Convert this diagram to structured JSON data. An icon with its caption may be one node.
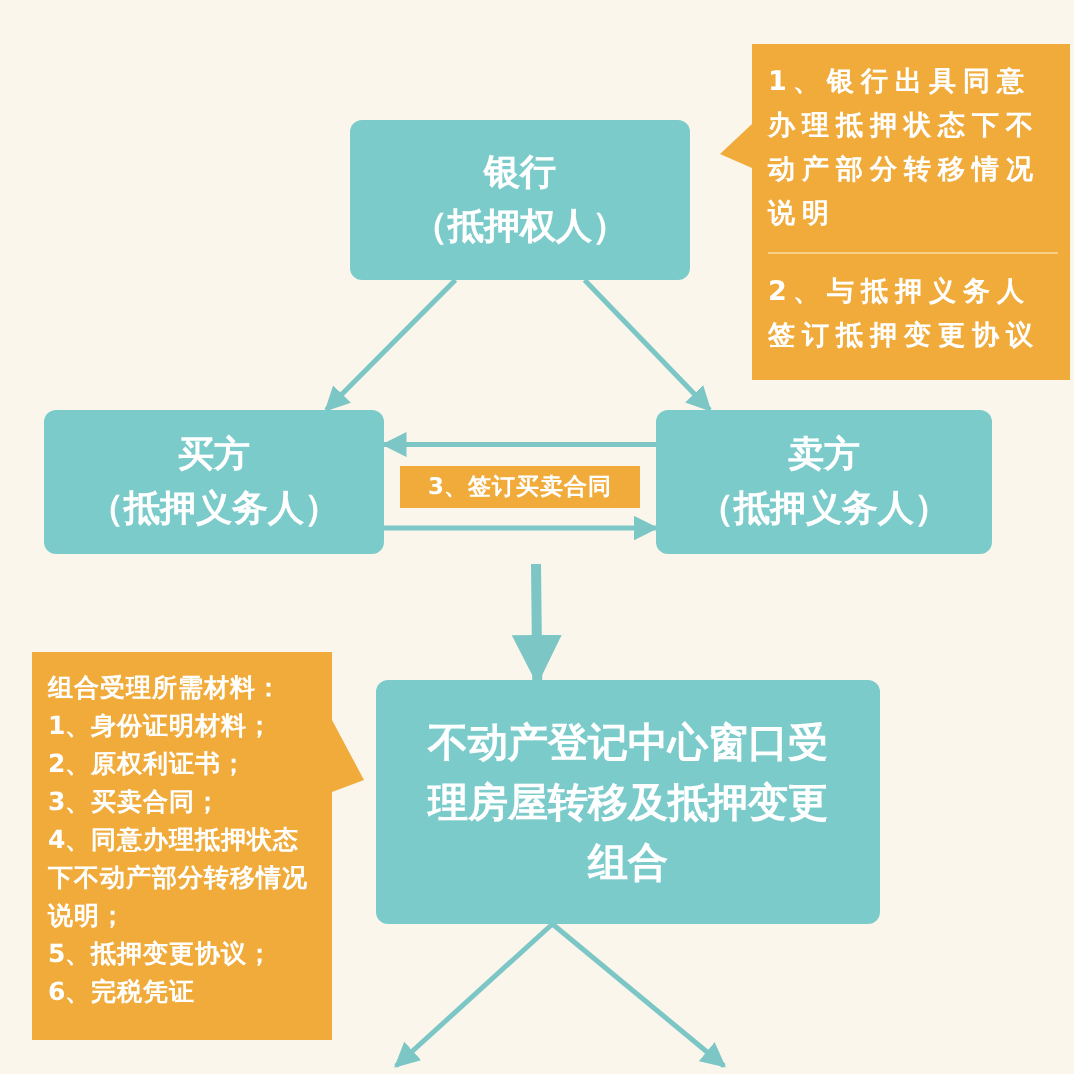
{
  "diagram": {
    "nodes": [
      {
        "text": [
          "银行",
          "（抵押权人）"
        ]
      },
      {
        "text": [
          "1、银行出具同意办理抵押状态下不动产部分转移情况说明",
          "2、与抵押义务人签订抵押变更协议"
        ]
      },
      {
        "text": [
          "买方",
          "（抵押义务人）"
        ]
      },
      {
        "text": [
          "卖方",
          "（抵押义务人）"
        ]
      },
      {
        "text": [
          "3、签订买卖合同"
        ]
      },
      {
        "text": [
          "组合受理所需材料：",
          "1、身份证明材料；",
          "2、原权利证书；",
          "3、买卖合同；",
          "4、同意办理抵押状态下不动产部分转移情况说明；",
          "5、抵押变更协议；",
          "6、完税凭证"
        ]
      },
      {
        "text": [
          "不动产登记中心窗口受理房屋转移及抵押变更组合"
        ]
      }
    ],
    "edges": [
      {
        "from": 0,
        "to": 2,
        "arrow": "to"
      },
      {
        "from": 0,
        "to": 3,
        "arrow": "to"
      },
      {
        "from": 3,
        "to": 2,
        "arrow": "to"
      },
      {
        "from": 2,
        "to": 3,
        "arrow": "to"
      },
      {
        "from": null,
        "to": 6,
        "arrow": "to",
        "style": "thick"
      },
      {
        "from": 6,
        "to": null,
        "arrow": "to"
      },
      {
        "from": 6,
        "to": null,
        "arrow": "to"
      }
    ]
  }
}
